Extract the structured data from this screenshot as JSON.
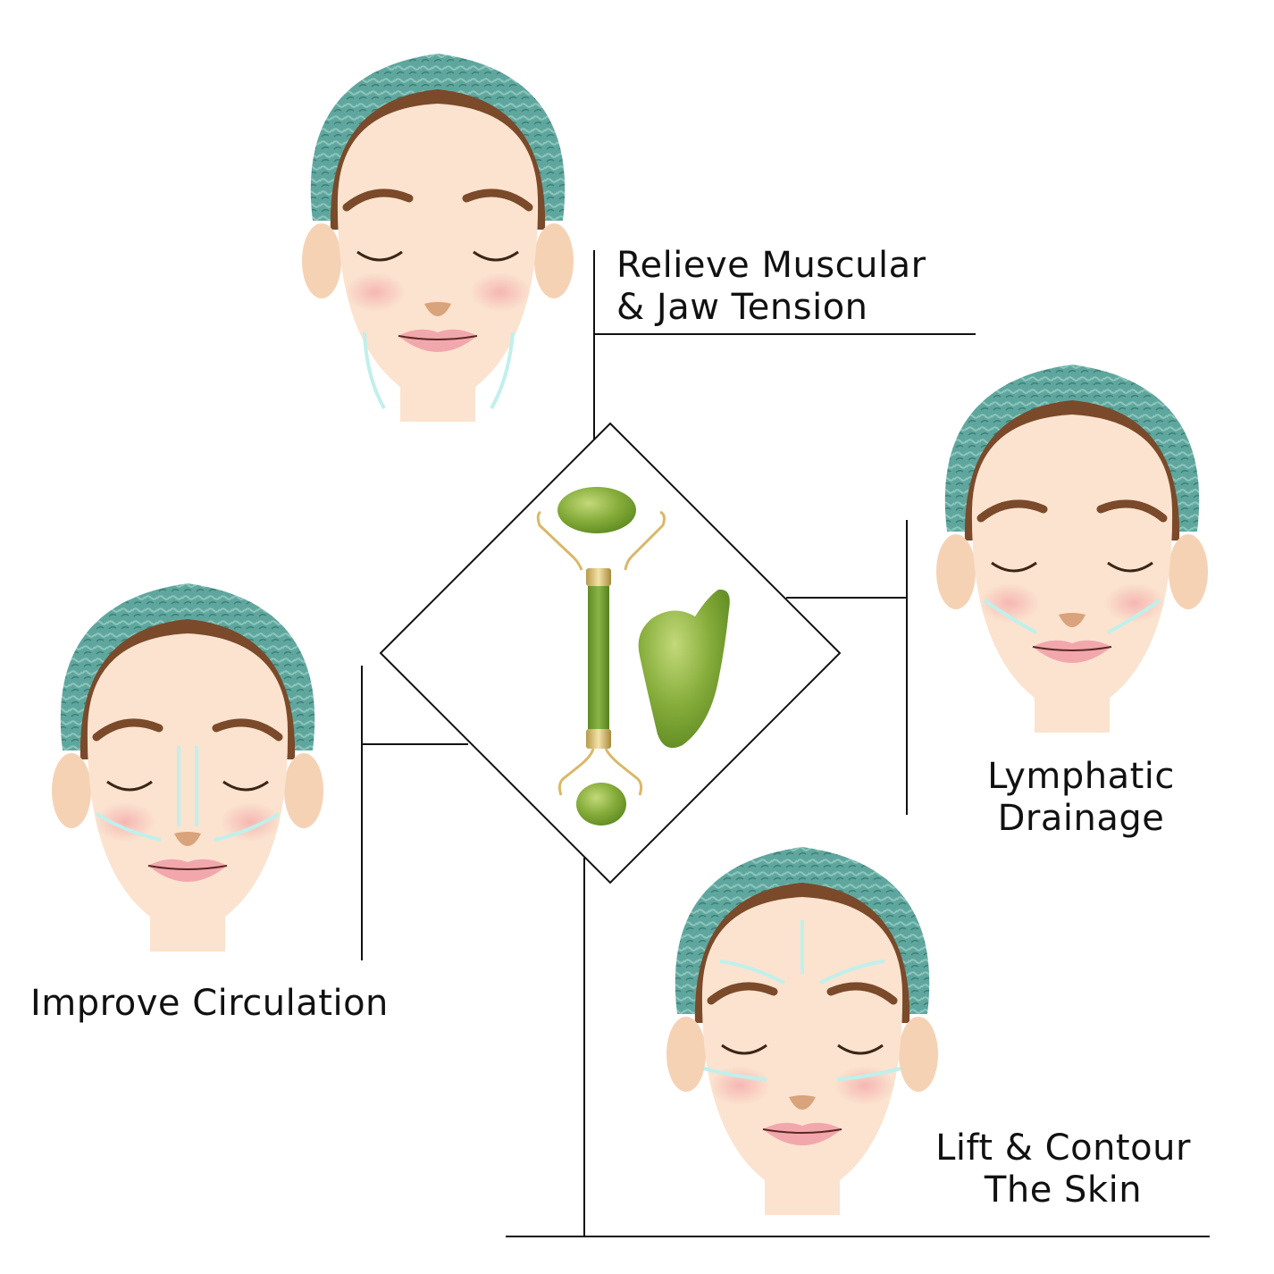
{
  "benefits": [
    {
      "id": "jaw",
      "line1": "Relieve Muscular",
      "line2": "& Jaw Tension",
      "arrows": "jawline"
    },
    {
      "id": "lymph",
      "line1": "Lymphatic",
      "line2": "Drainage",
      "arrows": "cheeks"
    },
    {
      "id": "circ",
      "line1": "Improve Circulation",
      "line2": "",
      "arrows": "nose-cheeks"
    },
    {
      "id": "lift",
      "line1": "Lift & Contour",
      "line2": "The Skin",
      "arrows": "forehead-eyes"
    }
  ],
  "product": {
    "items": [
      "jade-roller",
      "gua-sha-stone"
    ]
  },
  "colors": {
    "skin": "#fbe3cf",
    "skin_shadow": "#f0c7a3",
    "headband": "#5fa79e",
    "hair": "#7a4a2a",
    "blush": "#f6b7b4",
    "lips": "#f2a7ad",
    "arrow": "#bff0ec",
    "jade": "#7fa634",
    "jade_light": "#b5cf6a",
    "gold": "#d9b868",
    "line": "#111111"
  }
}
